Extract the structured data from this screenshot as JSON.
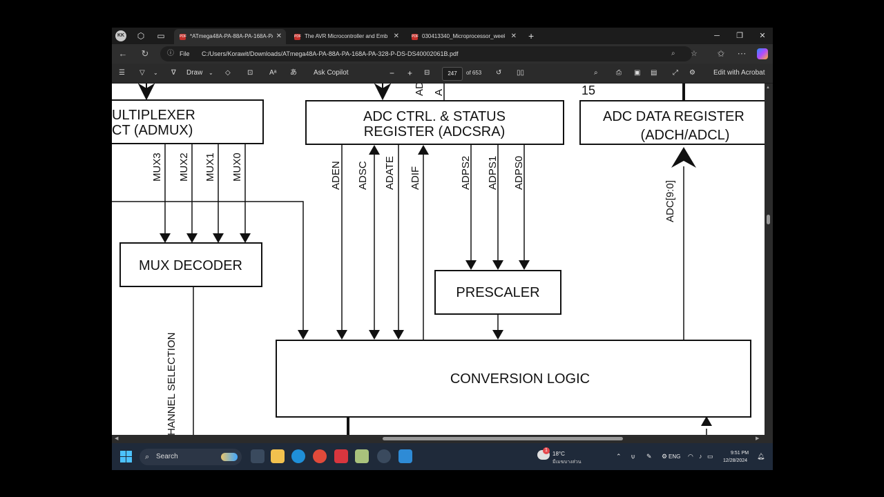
{
  "browser": {
    "profile_initials": "KK",
    "tabs": [
      {
        "title": "*ATmega48A-PA-88A-PA-168A-PA",
        "active": true
      },
      {
        "title": "The AVR Microcontroller and Emb",
        "active": false
      },
      {
        "title": "030413340_Microprocessor_week",
        "active": false
      }
    ],
    "new_tab": "+",
    "minimize": "─",
    "restore": "❐",
    "close": "✕",
    "address_scheme": "File",
    "address_url": "C:/Users/Korawit/Downloads/ATmega48A-PA-88A-PA-168A-PA-328-P-DS-DS40002061B.pdf"
  },
  "pdf_toolbar": {
    "draw_label": "Draw",
    "ask_copilot": "Ask Copilot",
    "zoom_out": "−",
    "zoom_in": "+",
    "page_number": "247",
    "page_total": "of 653",
    "edit_with_acrobat": "Edit with Acrobat"
  },
  "diagram": {
    "top_numbers": {
      "fifteen": "15",
      "ad_a": "AD",
      "ad_b": "A"
    },
    "admux": {
      "line1": "ULTIPLEXER",
      "line2": "CT (ADMUX)"
    },
    "adcsra": {
      "line1": "ADC CTRL. & STATUS",
      "line2": "REGISTER (ADCSRA)"
    },
    "adc_data": {
      "line1": "ADC DATA REGISTER",
      "line2": "(ADCH/ADCL)"
    },
    "mux_bits": [
      "MUX3",
      "MUX2",
      "MUX1",
      "MUX0"
    ],
    "adcsra_bits": [
      "ADEN",
      "ADSC",
      "ADATE",
      "ADIF",
      "ADPS2",
      "ADPS1",
      "ADPS0"
    ],
    "adc_bus": "ADC[9:0]",
    "mux_decoder": "MUX DECODER",
    "prescaler": "PRESCALER",
    "conversion_logic": "CONVERSION LOGIC",
    "channel_selection": "HANNEL SELECTION"
  },
  "taskbar": {
    "search_label": "Search",
    "weather_temp": "18°C",
    "weather_desc": "มีเมฆบางส่วน",
    "language": "ENG",
    "time": "9:51 PM",
    "date": "12/28/2024",
    "weather_badge": "1"
  }
}
